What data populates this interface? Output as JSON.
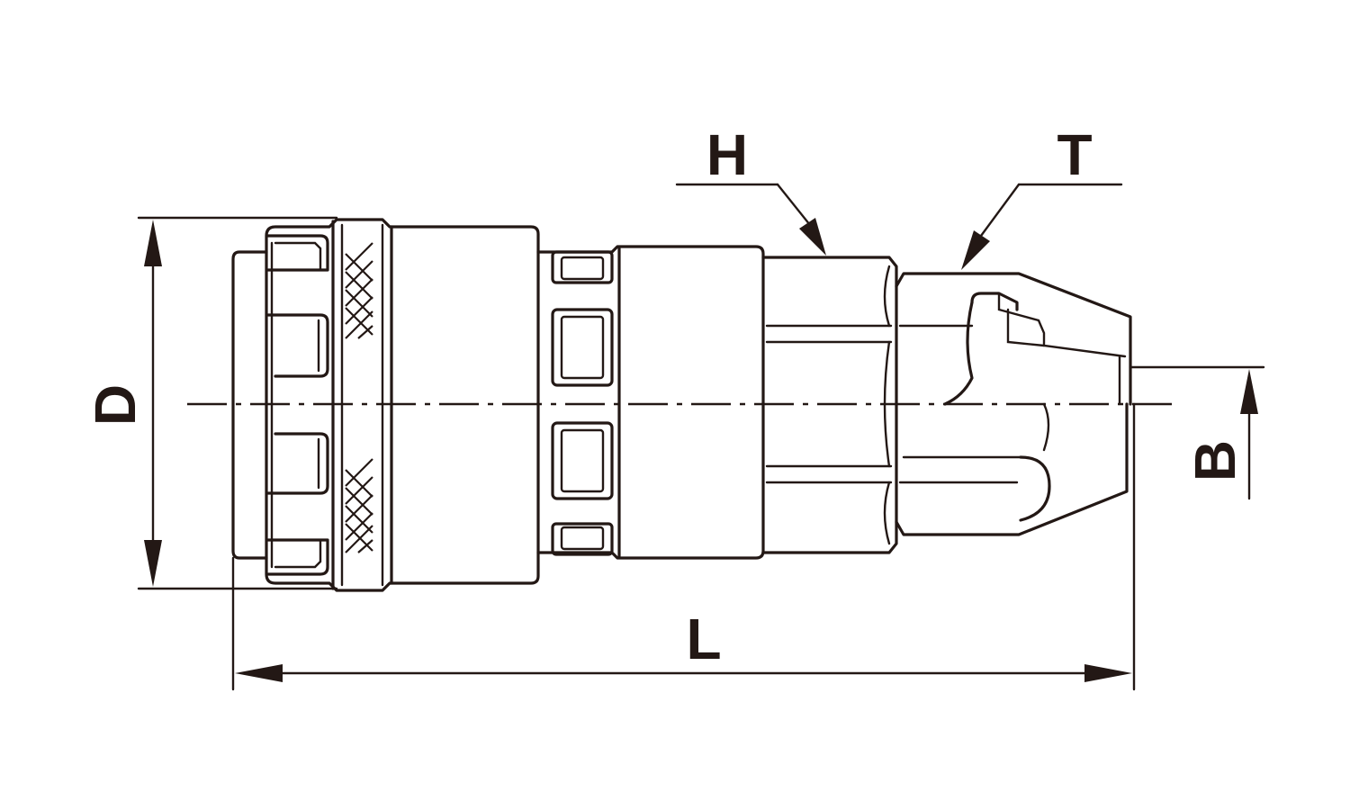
{
  "drawing": {
    "labels": {
      "D": "D",
      "H": "H",
      "T": "T",
      "L": "L",
      "B": "B"
    },
    "colors": {
      "line": "#231815",
      "background": "#ffffff"
    }
  }
}
